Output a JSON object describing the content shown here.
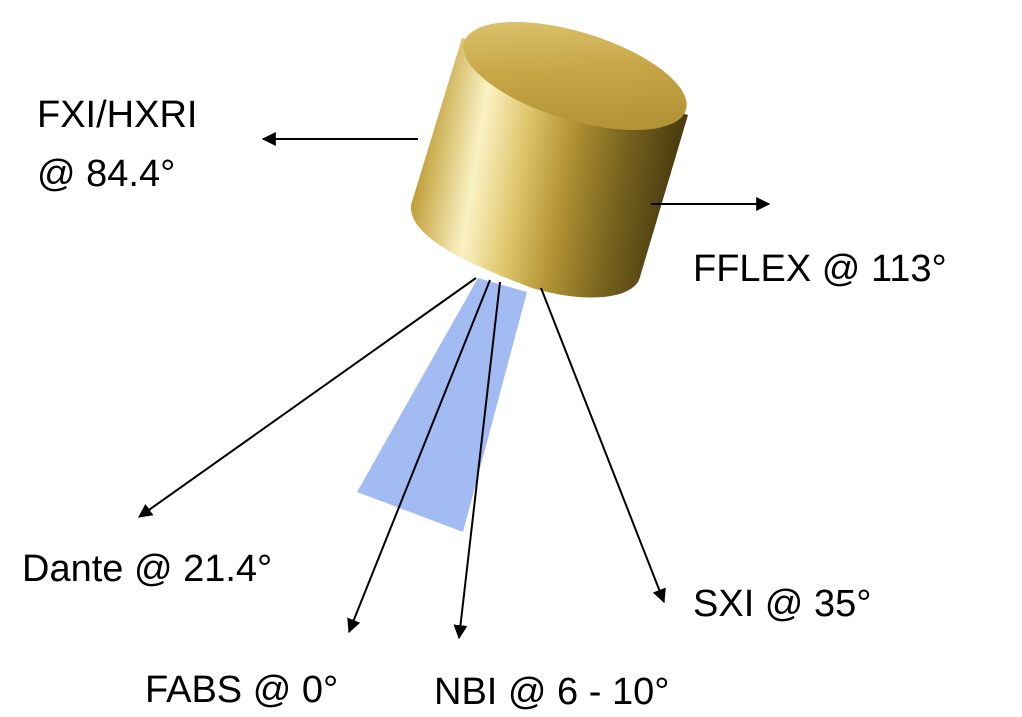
{
  "colors": {
    "background": "#ffffff",
    "beam": "#9fb8f2",
    "cylinder_light": "#fbf3c6",
    "cylinder_mid": "#c9a94a",
    "cylinder_dark": "#5c4b16",
    "cylinder_top": "#c7a848",
    "arrow": "#000000"
  },
  "labels": {
    "fxi_line1": "FXI/HXRI",
    "fxi_line2": "@ 84.4°",
    "fflex": "FFLEX @ 113°",
    "dante": "Dante @ 21.4°",
    "sxi": "SXI @ 35°",
    "fabs": "FABS @ 0°",
    "nbi": "NBI @ 6 - 10°"
  }
}
